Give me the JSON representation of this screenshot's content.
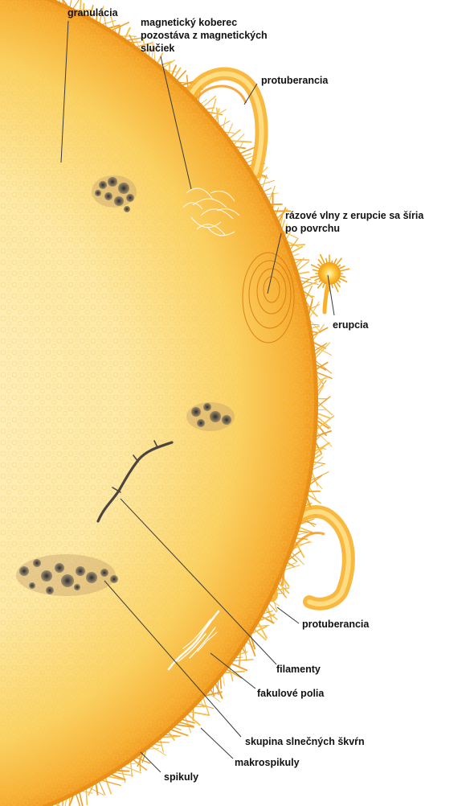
{
  "colors": {
    "sun_core": "#fde9a4",
    "sun_mid": "#fbcf55",
    "sun_edge": "#f39a16",
    "sun_rim": "#e07c0c",
    "prominence": "#f7a21c",
    "sunspot": "#3b3a3a",
    "label_text": "#111111",
    "leader_line": "#3a3a3a",
    "background": "#ffffff"
  },
  "labels": {
    "granulation": "granulácia",
    "magnetic_carpet": [
      "magnetický koberec",
      "pozostáva z magnetických",
      "slučiek"
    ],
    "prominence_top": "protuberancia",
    "shock_waves": [
      "rázové vlny z erupcie sa šíria",
      "po povrchu"
    ],
    "flare": "erupcia",
    "prominence_bottom": "protuberancia",
    "filaments": "filamenty",
    "faculae": "fakulové polia",
    "sunspot_group": "skupina slnečných škvŕn",
    "macrospicules": "makrospikuly",
    "spicules": "spikuly"
  }
}
